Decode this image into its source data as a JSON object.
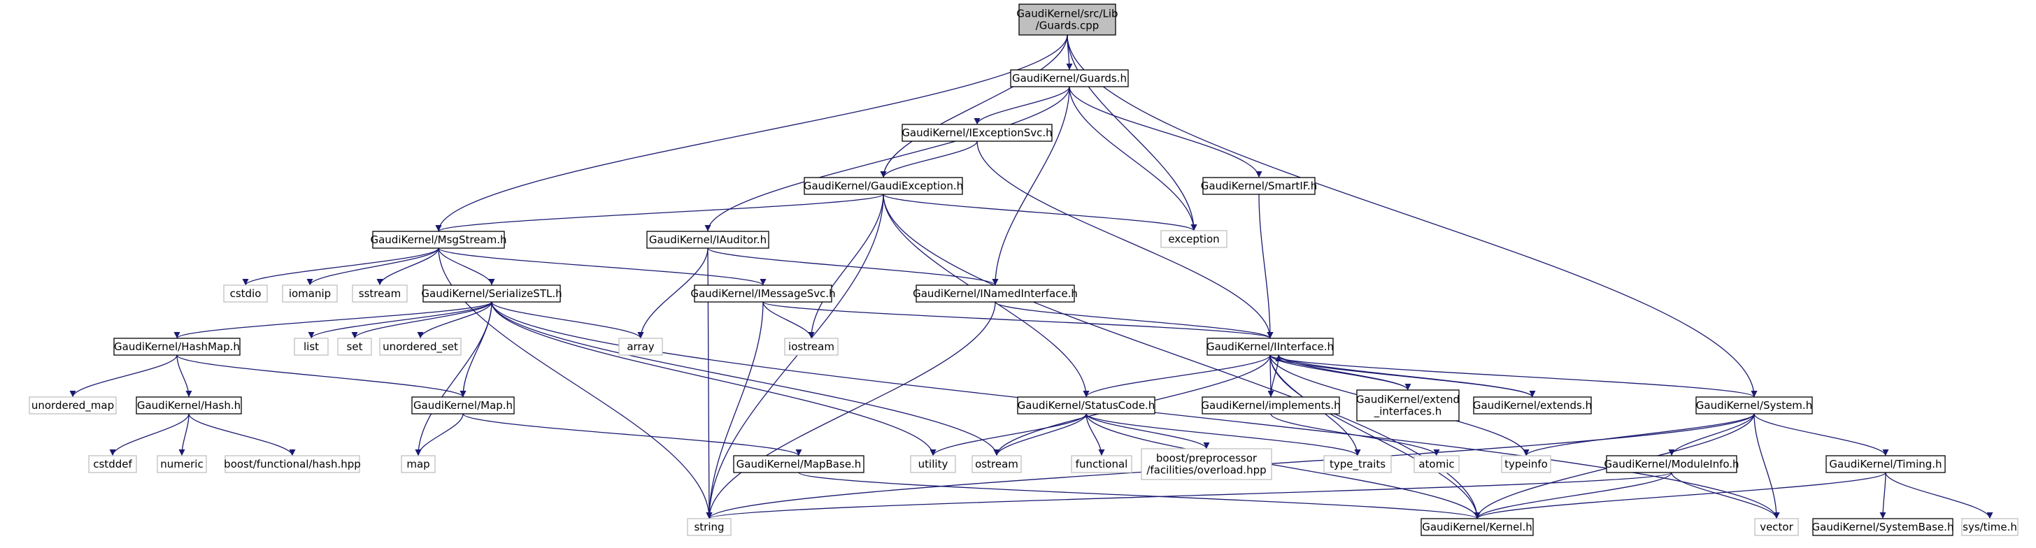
{
  "colors": {
    "root_fill": "#bfbfbf",
    "node_fill": "#ffffff",
    "node_border": "#000000",
    "external_border": "#bfbfbf",
    "edge": "#191970"
  },
  "nodes": [
    {
      "id": "guards_cpp",
      "label": "GaudiKernel/src/Lib\n/Guards.cpp",
      "kind": "root"
    },
    {
      "id": "guards_h",
      "label": "GaudiKernel/Guards.h",
      "kind": "file"
    },
    {
      "id": "iexceptionsvc_h",
      "label": "GaudiKernel/IExceptionSvc.h",
      "kind": "file"
    },
    {
      "id": "gaudiexception_h",
      "label": "GaudiKernel/GaudiException.h",
      "kind": "file"
    },
    {
      "id": "smartif_h",
      "label": "GaudiKernel/SmartIF.h",
      "kind": "file"
    },
    {
      "id": "exception",
      "label": "exception",
      "kind": "external"
    },
    {
      "id": "msgstream_h",
      "label": "GaudiKernel/MsgStream.h",
      "kind": "file"
    },
    {
      "id": "iauditor_h",
      "label": "GaudiKernel/IAuditor.h",
      "kind": "file"
    },
    {
      "id": "cstdio",
      "label": "cstdio",
      "kind": "external"
    },
    {
      "id": "iomanip",
      "label": "iomanip",
      "kind": "external"
    },
    {
      "id": "sstream",
      "label": "sstream",
      "kind": "external"
    },
    {
      "id": "serializestl_h",
      "label": "GaudiKernel/SerializeSTL.h",
      "kind": "file"
    },
    {
      "id": "imessagesvc_h",
      "label": "GaudiKernel/IMessageSvc.h",
      "kind": "file"
    },
    {
      "id": "inamedinterface_h",
      "label": "GaudiKernel/INamedInterface.h",
      "kind": "file"
    },
    {
      "id": "hashmap_h",
      "label": "GaudiKernel/HashMap.h",
      "kind": "file"
    },
    {
      "id": "list",
      "label": "list",
      "kind": "external"
    },
    {
      "id": "set",
      "label": "set",
      "kind": "external"
    },
    {
      "id": "unordered_set",
      "label": "unordered_set",
      "kind": "external"
    },
    {
      "id": "array",
      "label": "array",
      "kind": "external"
    },
    {
      "id": "iostream",
      "label": "iostream",
      "kind": "external"
    },
    {
      "id": "iinterface_h",
      "label": "GaudiKernel/IInterface.h",
      "kind": "file"
    },
    {
      "id": "unordered_map",
      "label": "unordered_map",
      "kind": "external"
    },
    {
      "id": "hash_h",
      "label": "GaudiKernel/Hash.h",
      "kind": "file"
    },
    {
      "id": "map_h",
      "label": "GaudiKernel/Map.h",
      "kind": "file"
    },
    {
      "id": "statuscode_h",
      "label": "GaudiKernel/StatusCode.h",
      "kind": "file"
    },
    {
      "id": "implements_h",
      "label": "GaudiKernel/implements.h",
      "kind": "file"
    },
    {
      "id": "extend_interfaces_h",
      "label": "GaudiKernel/extend\n_interfaces.h",
      "kind": "file"
    },
    {
      "id": "extends_h",
      "label": "GaudiKernel/extends.h",
      "kind": "file"
    },
    {
      "id": "system_h",
      "label": "GaudiKernel/System.h",
      "kind": "file"
    },
    {
      "id": "cstddef",
      "label": "cstddef",
      "kind": "external"
    },
    {
      "id": "numeric",
      "label": "numeric",
      "kind": "external"
    },
    {
      "id": "boost_hash",
      "label": "boost/functional/hash.hpp",
      "kind": "external"
    },
    {
      "id": "map",
      "label": "map",
      "kind": "external"
    },
    {
      "id": "mapbase_h",
      "label": "GaudiKernel/MapBase.h",
      "kind": "file"
    },
    {
      "id": "utility",
      "label": "utility",
      "kind": "external"
    },
    {
      "id": "ostream",
      "label": "ostream",
      "kind": "external"
    },
    {
      "id": "functional",
      "label": "functional",
      "kind": "external"
    },
    {
      "id": "boost_overload",
      "label": "boost/preprocessor\n/facilities/overload.hpp",
      "kind": "external"
    },
    {
      "id": "type_traits",
      "label": "type_traits",
      "kind": "external"
    },
    {
      "id": "atomic",
      "label": "atomic",
      "kind": "external"
    },
    {
      "id": "typeinfo",
      "label": "typeinfo",
      "kind": "external"
    },
    {
      "id": "moduleinfo_h",
      "label": "GaudiKernel/ModuleInfo.h",
      "kind": "file"
    },
    {
      "id": "timing_h",
      "label": "GaudiKernel/Timing.h",
      "kind": "file"
    },
    {
      "id": "string",
      "label": "string",
      "kind": "external"
    },
    {
      "id": "kernel_h",
      "label": "GaudiKernel/Kernel.h",
      "kind": "file"
    },
    {
      "id": "vector",
      "label": "vector",
      "kind": "external"
    },
    {
      "id": "systembase_h",
      "label": "GaudiKernel/SystemBase.h",
      "kind": "file"
    },
    {
      "id": "systime_h",
      "label": "sys/time.h",
      "kind": "external"
    }
  ],
  "edges": [
    [
      "guards_cpp",
      "guards_h"
    ],
    [
      "guards_cpp",
      "gaudiexception_h"
    ],
    [
      "guards_cpp",
      "msgstream_h"
    ],
    [
      "guards_cpp",
      "exception"
    ],
    [
      "guards_cpp",
      "system_h"
    ],
    [
      "guards_h",
      "iexceptionsvc_h"
    ],
    [
      "guards_h",
      "iauditor_h"
    ],
    [
      "guards_h",
      "smartif_h"
    ],
    [
      "guards_h",
      "exception"
    ],
    [
      "guards_h",
      "inamedinterface_h"
    ],
    [
      "iexceptionsvc_h",
      "gaudiexception_h"
    ],
    [
      "iexceptionsvc_h",
      "iinterface_h"
    ],
    [
      "gaudiexception_h",
      "msgstream_h"
    ],
    [
      "gaudiexception_h",
      "exception"
    ],
    [
      "gaudiexception_h",
      "string"
    ],
    [
      "gaudiexception_h",
      "iostream"
    ],
    [
      "gaudiexception_h",
      "statuscode_h"
    ],
    [
      "gaudiexception_h",
      "kernel_h"
    ],
    [
      "smartif_h",
      "iinterface_h"
    ],
    [
      "msgstream_h",
      "cstdio"
    ],
    [
      "msgstream_h",
      "iomanip"
    ],
    [
      "msgstream_h",
      "sstream"
    ],
    [
      "msgstream_h",
      "serializestl_h"
    ],
    [
      "msgstream_h",
      "imessagesvc_h"
    ],
    [
      "msgstream_h",
      "string"
    ],
    [
      "iauditor_h",
      "inamedinterface_h"
    ],
    [
      "iauditor_h",
      "array"
    ],
    [
      "iauditor_h",
      "string"
    ],
    [
      "serializestl_h",
      "hashmap_h"
    ],
    [
      "serializestl_h",
      "list"
    ],
    [
      "serializestl_h",
      "set"
    ],
    [
      "serializestl_h",
      "unordered_set"
    ],
    [
      "serializestl_h",
      "array"
    ],
    [
      "serializestl_h",
      "map_h"
    ],
    [
      "serializestl_h",
      "map"
    ],
    [
      "serializestl_h",
      "utility"
    ],
    [
      "serializestl_h",
      "ostream"
    ],
    [
      "serializestl_h",
      "vector"
    ],
    [
      "imessagesvc_h",
      "iostream"
    ],
    [
      "imessagesvc_h",
      "iinterface_h"
    ],
    [
      "imessagesvc_h",
      "string"
    ],
    [
      "inamedinterface_h",
      "iinterface_h"
    ],
    [
      "inamedinterface_h",
      "string"
    ],
    [
      "hashmap_h",
      "unordered_map"
    ],
    [
      "hashmap_h",
      "hash_h"
    ],
    [
      "hashmap_h",
      "map_h"
    ],
    [
      "hash_h",
      "cstddef"
    ],
    [
      "hash_h",
      "numeric"
    ],
    [
      "hash_h",
      "boost_hash"
    ],
    [
      "map_h",
      "map"
    ],
    [
      "map_h",
      "mapbase_h"
    ],
    [
      "mapbase_h",
      "kernel_h"
    ],
    [
      "iinterface_h",
      "ostream"
    ],
    [
      "iinterface_h",
      "statuscode_h"
    ],
    [
      "iinterface_h",
      "implements_h"
    ],
    [
      "iinterface_h",
      "extend_interfaces_h"
    ],
    [
      "iinterface_h",
      "extends_h"
    ],
    [
      "iinterface_h",
      "system_h"
    ],
    [
      "iinterface_h",
      "type_traits"
    ],
    [
      "iinterface_h",
      "typeinfo"
    ],
    [
      "iinterface_h",
      "kernel_h"
    ],
    [
      "implements_h",
      "iinterface_h"
    ],
    [
      "implements_h",
      "atomic"
    ],
    [
      "extend_interfaces_h",
      "iinterface_h"
    ],
    [
      "extends_h",
      "iinterface_h"
    ],
    [
      "statuscode_h",
      "utility"
    ],
    [
      "statuscode_h",
      "ostream"
    ],
    [
      "statuscode_h",
      "functional"
    ],
    [
      "statuscode_h",
      "boost_overload"
    ],
    [
      "statuscode_h",
      "type_traits"
    ],
    [
      "statuscode_h",
      "kernel_h"
    ],
    [
      "system_h",
      "typeinfo"
    ],
    [
      "system_h",
      "moduleinfo_h"
    ],
    [
      "system_h",
      "timing_h"
    ],
    [
      "system_h",
      "string"
    ],
    [
      "system_h",
      "vector"
    ],
    [
      "system_h",
      "kernel_h"
    ],
    [
      "moduleinfo_h",
      "string"
    ],
    [
      "moduleinfo_h",
      "vector"
    ],
    [
      "moduleinfo_h",
      "kernel_h"
    ],
    [
      "timing_h",
      "kernel_h"
    ],
    [
      "timing_h",
      "systembase_h"
    ],
    [
      "timing_h",
      "systime_h"
    ]
  ]
}
